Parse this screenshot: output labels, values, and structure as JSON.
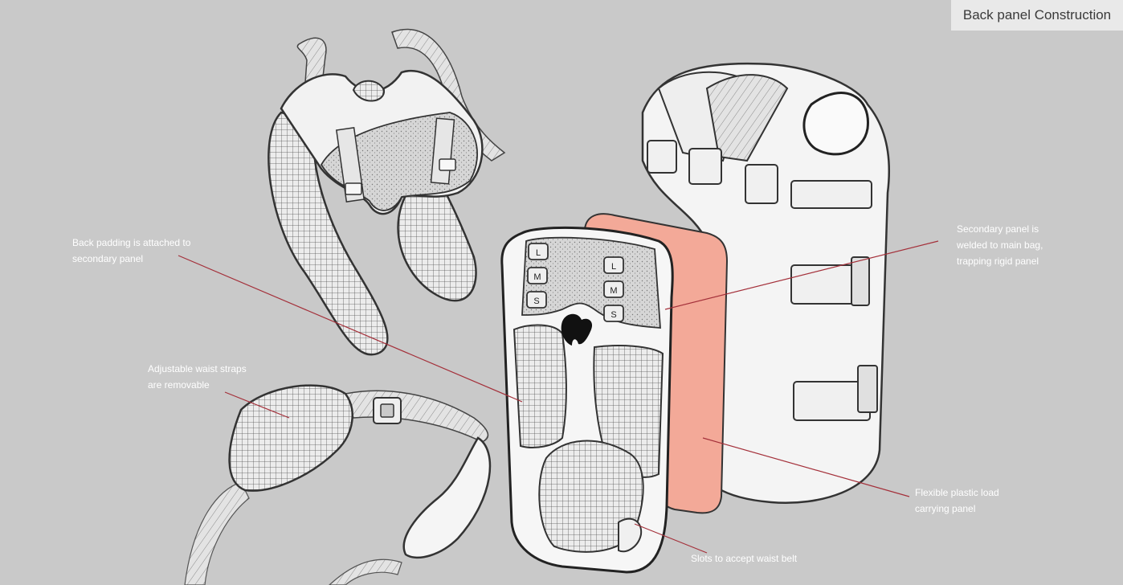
{
  "title": "Back panel Construction",
  "annotations": {
    "back_padding": "Back padding is attached to\nsecondary panel",
    "waist_straps": "Adjustable waist straps\nare removable",
    "secondary_panel": "Secondary panel is\nwelded to main bag,\ntrapping rigid panel",
    "flexible_panel": "Flexible plastic load\ncarrying panel",
    "slots": "Slots to accept waist belt"
  },
  "size_labels": [
    "L",
    "M",
    "S"
  ],
  "colors": {
    "background": "#c9c9c9",
    "leader_line": "#a4303a",
    "rigid_panel": "#f3a998",
    "annotation_text": "#ffffff"
  }
}
